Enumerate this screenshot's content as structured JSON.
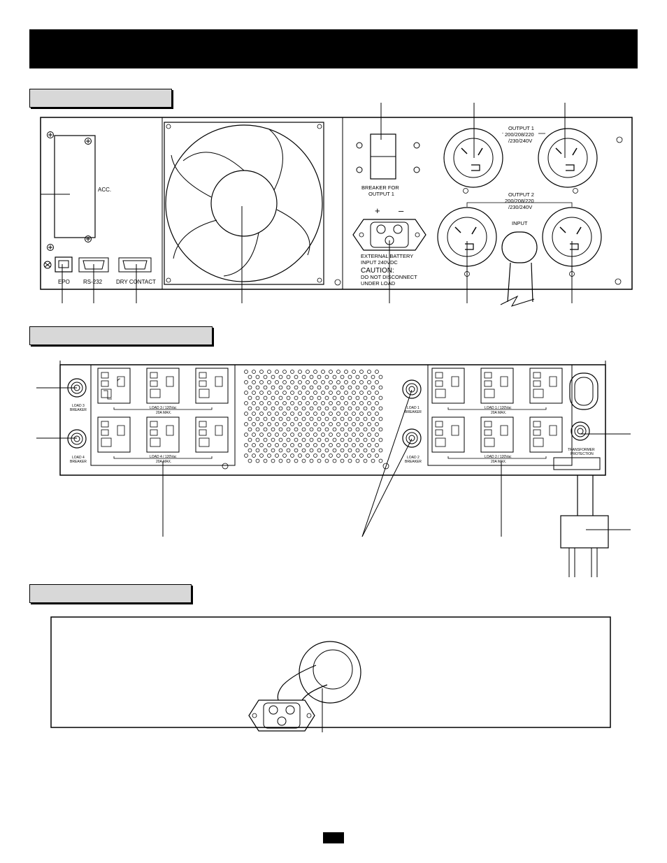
{
  "rear_panel_top": {
    "acc_label": "ACC.",
    "epo_label": "EPO",
    "rs232_label": "RS-232",
    "dry_contact_label": "DRY CONTACT",
    "breaker_label_1": "BREAKER FOR",
    "breaker_label_2": "OUTPUT 1",
    "plus_sign": "+",
    "minus_sign": "–",
    "battery_label_1": "EXTERNAL BATTERY",
    "battery_label_2": "INPUT 240VDC",
    "caution_title": "CAUTION:",
    "caution_line_1": "DO NOT DISCONNECT",
    "caution_line_2": "UNDER LOAD",
    "output1_label_1": "OUTPUT 1",
    "output1_label_2": "200/208/220",
    "output1_label_3": "/230/240V",
    "output2_label_1": "OUTPUT 2",
    "output2_label_2": "200/208/220",
    "output2_label_3": "/230/240V",
    "input_label": "INPUT"
  },
  "transformer_panel": {
    "load3_breaker_1": "LOAD 3",
    "load3_breaker_2": "BREAKER",
    "load4_breaker_1": "LOAD 4",
    "load4_breaker_2": "BREAKER",
    "load1_breaker_1": "LOAD 1",
    "load1_breaker_2": "BREAKER",
    "load2_breaker_1": "LOAD 2",
    "load2_breaker_2": "BREAKER",
    "load3_outlets_1": "LOAD 3 / 120Vac",
    "load3_outlets_2": "20A MAX.",
    "load4_outlets_1": "LOAD 4 / 120Vac",
    "load4_outlets_2": "20A MAX.",
    "load1_outlets_1": "LOAD 1 / 120Vac",
    "load1_outlets_2": "20A MAX.",
    "load2_outlets_1": "LOAD 2 / 120Vac",
    "load2_outlets_2": "20A MAX.",
    "transformer_protection_1": "TRANSFORMER",
    "transformer_protection_2": "PROTECTION"
  }
}
